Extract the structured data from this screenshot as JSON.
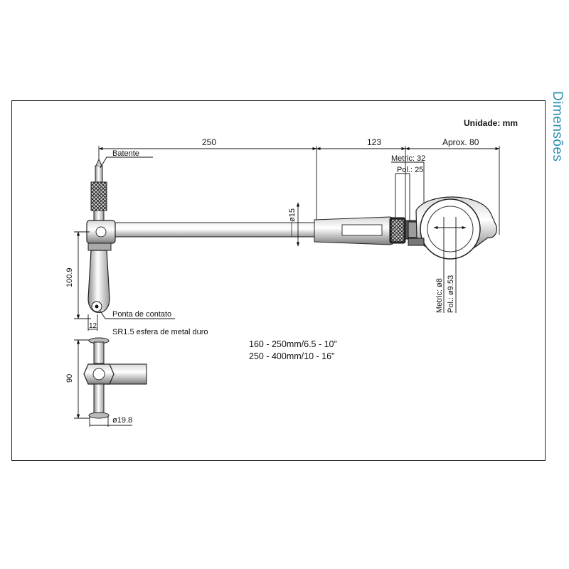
{
  "header": {
    "section_title": "Dimensões",
    "unit_label": "Unidade: mm"
  },
  "dimensions": {
    "d250": "250",
    "d123": "123",
    "approx80": "Aprox. 80",
    "metric32": "Metric: 32",
    "pol25": "Pol.: 25",
    "dia15": "ø15",
    "h100_9": "100.9",
    "w12": "12",
    "h90": "90",
    "dia19_8": "ø19.8",
    "metric_dia8": "Metric: ø8",
    "pol_dia9_53": "Pol.: ø9.53"
  },
  "callouts": {
    "stop": "Batente",
    "contact_point": "Ponta de contato",
    "contact_desc": "SR1.5 esfera de metal duro"
  },
  "ranges": [
    "160 - 250mm/6.5 - 10”",
    "250 - 400mm/10 - 16”"
  ]
}
